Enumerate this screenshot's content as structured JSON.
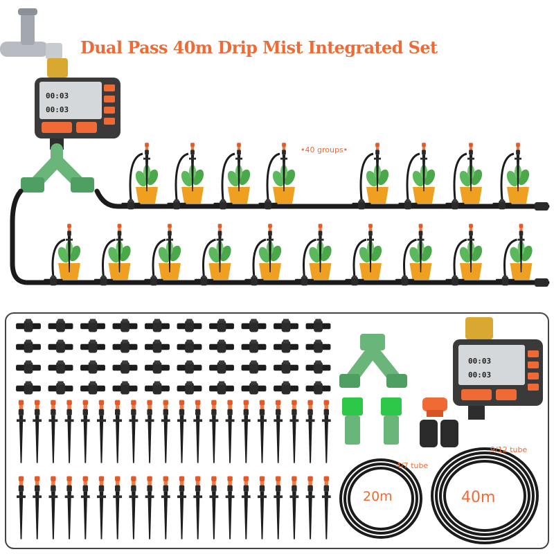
{
  "title": "Dual Pass 40m Drip Mist Integrated Set",
  "groups_label": "•40 groups•",
  "timer_display": [
    "00:03",
    "00:03"
  ],
  "tubes": {
    "small": {
      "spec": "4/7 tube",
      "length": "20m"
    },
    "large": {
      "spec": "9/12 tube",
      "length": "40m"
    }
  },
  "colors": {
    "accent": "#ef6a34",
    "tube": "#1b1b1b",
    "adapter_green": "#6ab57a",
    "pot": "#f0a020",
    "leaf": "#5cb85c",
    "frame": "#444444"
  },
  "icons": [
    "faucet-icon",
    "water-timer-icon",
    "y-splitter-icon",
    "dripper-icon",
    "plant-pot-icon",
    "tee-connector-icon",
    "stake-icon",
    "quick-connector-icon",
    "end-plug-icon",
    "tube-coil-icon"
  ],
  "components": {
    "tee_connector_count": 40,
    "dripper_stake_count": 40,
    "dripper_group_count": 40
  }
}
